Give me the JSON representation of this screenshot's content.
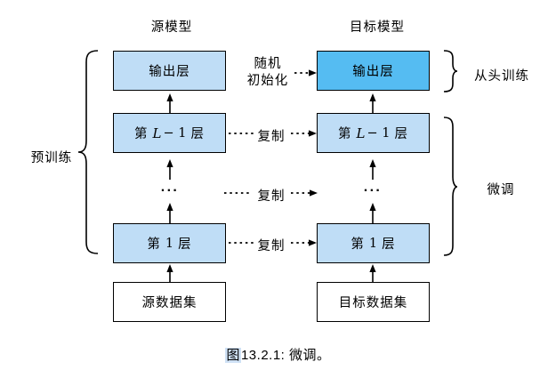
{
  "titles": {
    "source": "源模型",
    "target": "目标模型"
  },
  "boxes": {
    "output_layer": "输出层",
    "layer_l1": {
      "pre": "第",
      "var": "L",
      "mid": "− 1",
      "post": "层"
    },
    "layer_1": {
      "pre": "第",
      "num": "1",
      "post": "层"
    },
    "ellipsis": "···",
    "source_dataset": "源数据集",
    "target_dataset": "目标数据集"
  },
  "labels": {
    "random_init_line1": "随机",
    "random_init_line2": "初始化",
    "copy": "复制",
    "pretrain": "预训练",
    "train_from_scratch": "从头训练",
    "finetune": "微调"
  },
  "caption": {
    "fig": "图",
    "number": "13.2.1:",
    "text": "微调。"
  },
  "colors": {
    "light_blue": "#bfddf6",
    "dark_blue": "#55bcf2",
    "box_border": "#000000",
    "caption_link_bg": "#cfe1f5"
  }
}
